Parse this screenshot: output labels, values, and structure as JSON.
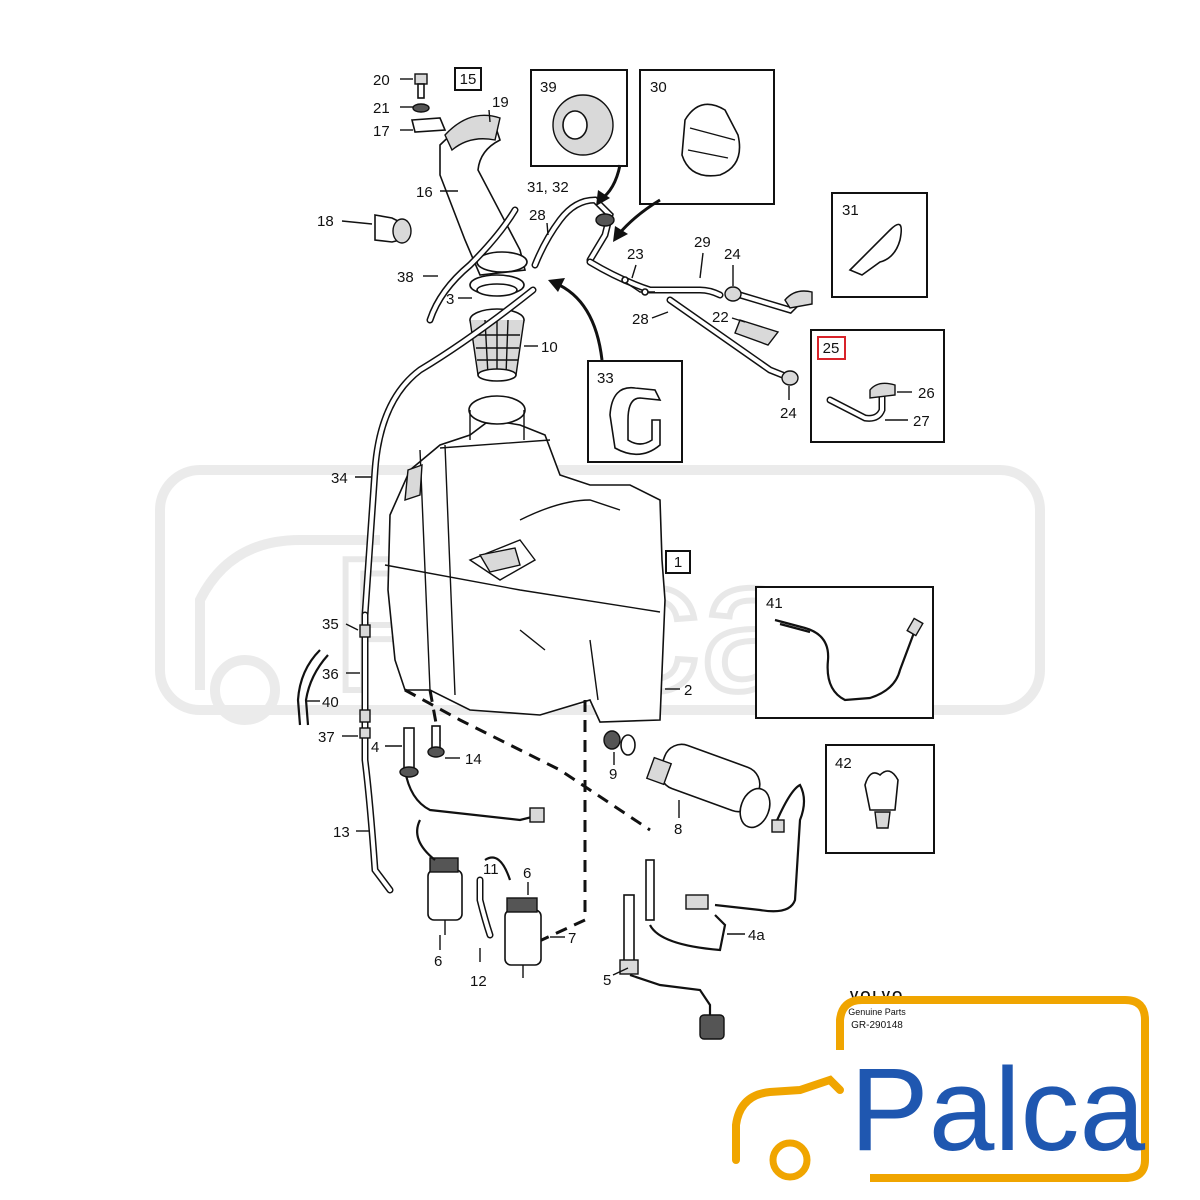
{
  "callouts": {
    "c1": "1",
    "c2": "2",
    "c3": "3",
    "c4": "4",
    "c4a": "4a",
    "c5": "5",
    "c6a": "6",
    "c6b": "6",
    "c7": "7",
    "c8": "8",
    "c9": "9",
    "c10": "10",
    "c11": "11",
    "c12": "12",
    "c13": "13",
    "c14": "14",
    "c15": "15",
    "c16": "16",
    "c17": "17",
    "c18": "18",
    "c19": "19",
    "c20": "20",
    "c21": "21",
    "c22": "22",
    "c23": "23",
    "c24a": "24",
    "c24b": "24",
    "c25": "25",
    "c26": "26",
    "c27": "27",
    "c28a": "28",
    "c28b": "28",
    "c29": "29",
    "c30": "30",
    "c31": "31",
    "c3132": "31, 32",
    "c33": "33",
    "c34": "34",
    "c35": "35",
    "c36": "36",
    "c37": "37",
    "c38": "38",
    "c39": "39",
    "c40": "40",
    "c41": "41",
    "c42": "42"
  },
  "footer": {
    "brand": "VOLVO",
    "subtitle": "Genuine Parts",
    "code": "GR-290148"
  },
  "logo": {
    "text": "Palca",
    "color": "#1f57b0",
    "accent": "#f0a500"
  },
  "highlight_color": "#d8232a"
}
